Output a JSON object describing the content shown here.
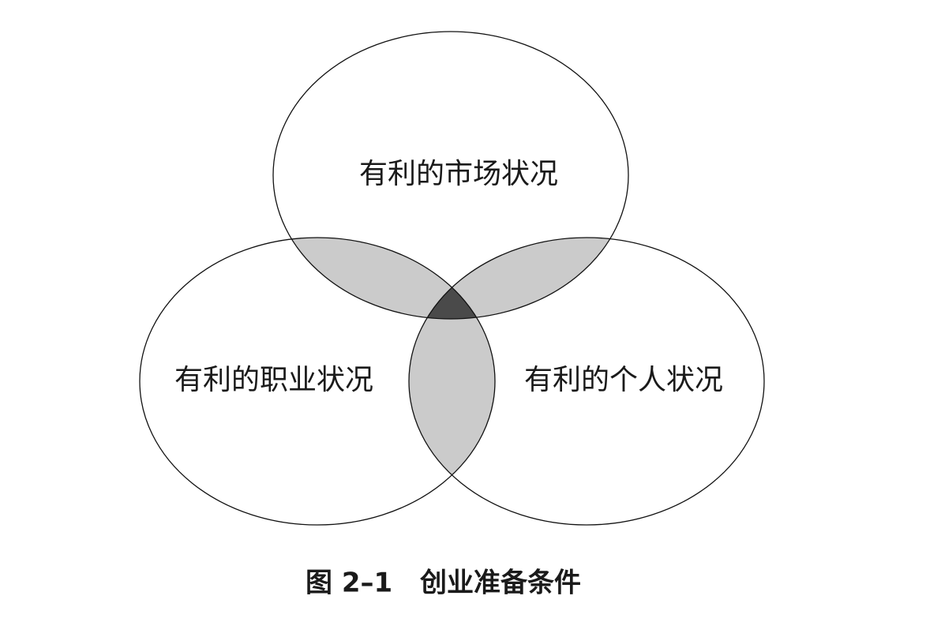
{
  "diagram": {
    "type": "venn-3",
    "sets": [
      {
        "id": "market",
        "label": "有利的市场状况"
      },
      {
        "id": "career",
        "label": "有利的职业状况"
      },
      {
        "id": "personal",
        "label": "有利的个人状况"
      }
    ],
    "colors": {
      "outline": "#111111",
      "pair_overlap": "#cbcbcb",
      "triple_overlap": "#4a4a4a",
      "background": "#ffffff"
    }
  },
  "caption": {
    "number": "图 2–1",
    "title": "创业准备条件"
  }
}
